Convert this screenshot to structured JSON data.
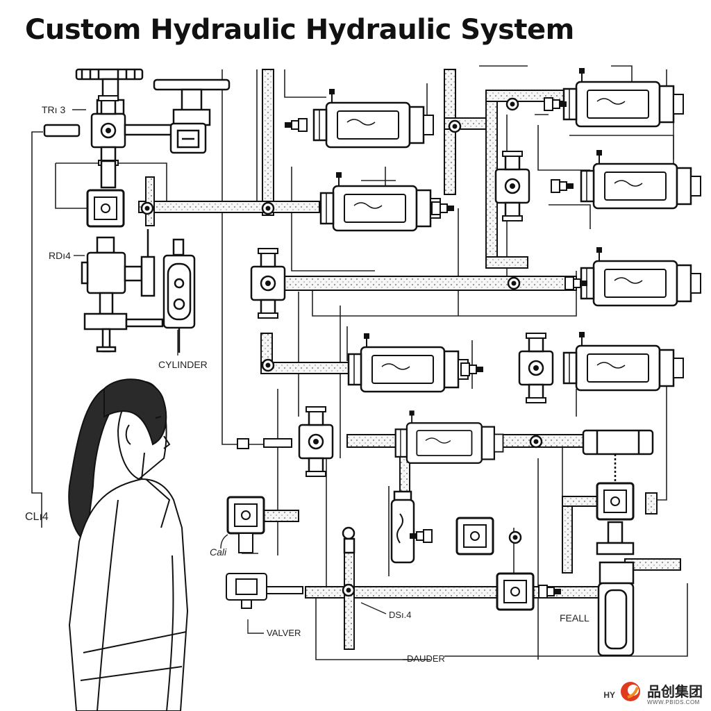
{
  "title": "Custom Hydraulic Hydraulic System",
  "labels": {
    "tr13": "TRı 3",
    "rd14": "RDı4",
    "cylinder": "CYLINDER",
    "cl14": "CLı4",
    "cali": "Cali",
    "valver": "VALVER",
    "ds14": "DSı.4",
    "dauder": "DAUDER",
    "feall": "FEALL"
  },
  "watermark": {
    "prefix": "HY",
    "brand": "品创集团",
    "site": "WWW.PBIDS.COM"
  },
  "icons": [
    "hand-wheel-icon",
    "pressure-gauge-icon",
    "pump-icon",
    "valve-icon",
    "cylinder-icon",
    "woman-illustration",
    "logo-icon"
  ],
  "colors": {
    "line": "#1a1a1a",
    "pipe_fill": "#f4f4f4",
    "accent_red": "#e03a1e",
    "accent_orange": "#f28c1e"
  }
}
